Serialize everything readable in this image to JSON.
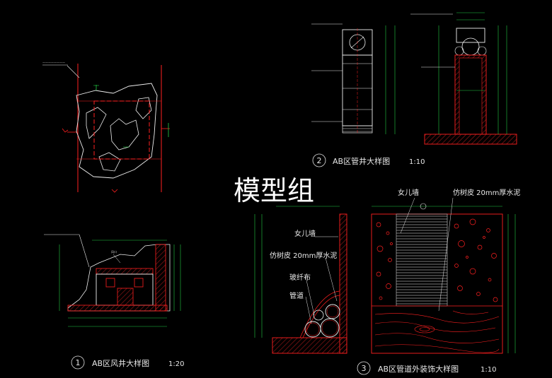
{
  "watermark": "模型组",
  "drawings": {
    "d1": {
      "number": "1",
      "title": "AB区风井大样图",
      "scale": "1:20"
    },
    "d2": {
      "number": "2",
      "title": "AB区管井大样图",
      "scale": "1:10"
    },
    "d3": {
      "number": "3",
      "title": "AB区管道外装饰大样图",
      "scale": "1:10"
    }
  },
  "labels": {
    "nv_qiang_left": "女儿墙",
    "fangshupi_left": "仿树皮 20mm厚水泥",
    "xianwei_bu": "玻纤布",
    "guandao": "管道",
    "nv_qiang_right": "女儿墙",
    "fangshupi_right": "仿树皮 20mm厚水泥",
    "fengkou": "风口"
  },
  "colors": {
    "background": "#000000",
    "red": "#ff2020",
    "darkred": "#8b1a1a",
    "green": "#22cc44",
    "yellow": "#e0e000",
    "white": "#e6e6e6"
  }
}
